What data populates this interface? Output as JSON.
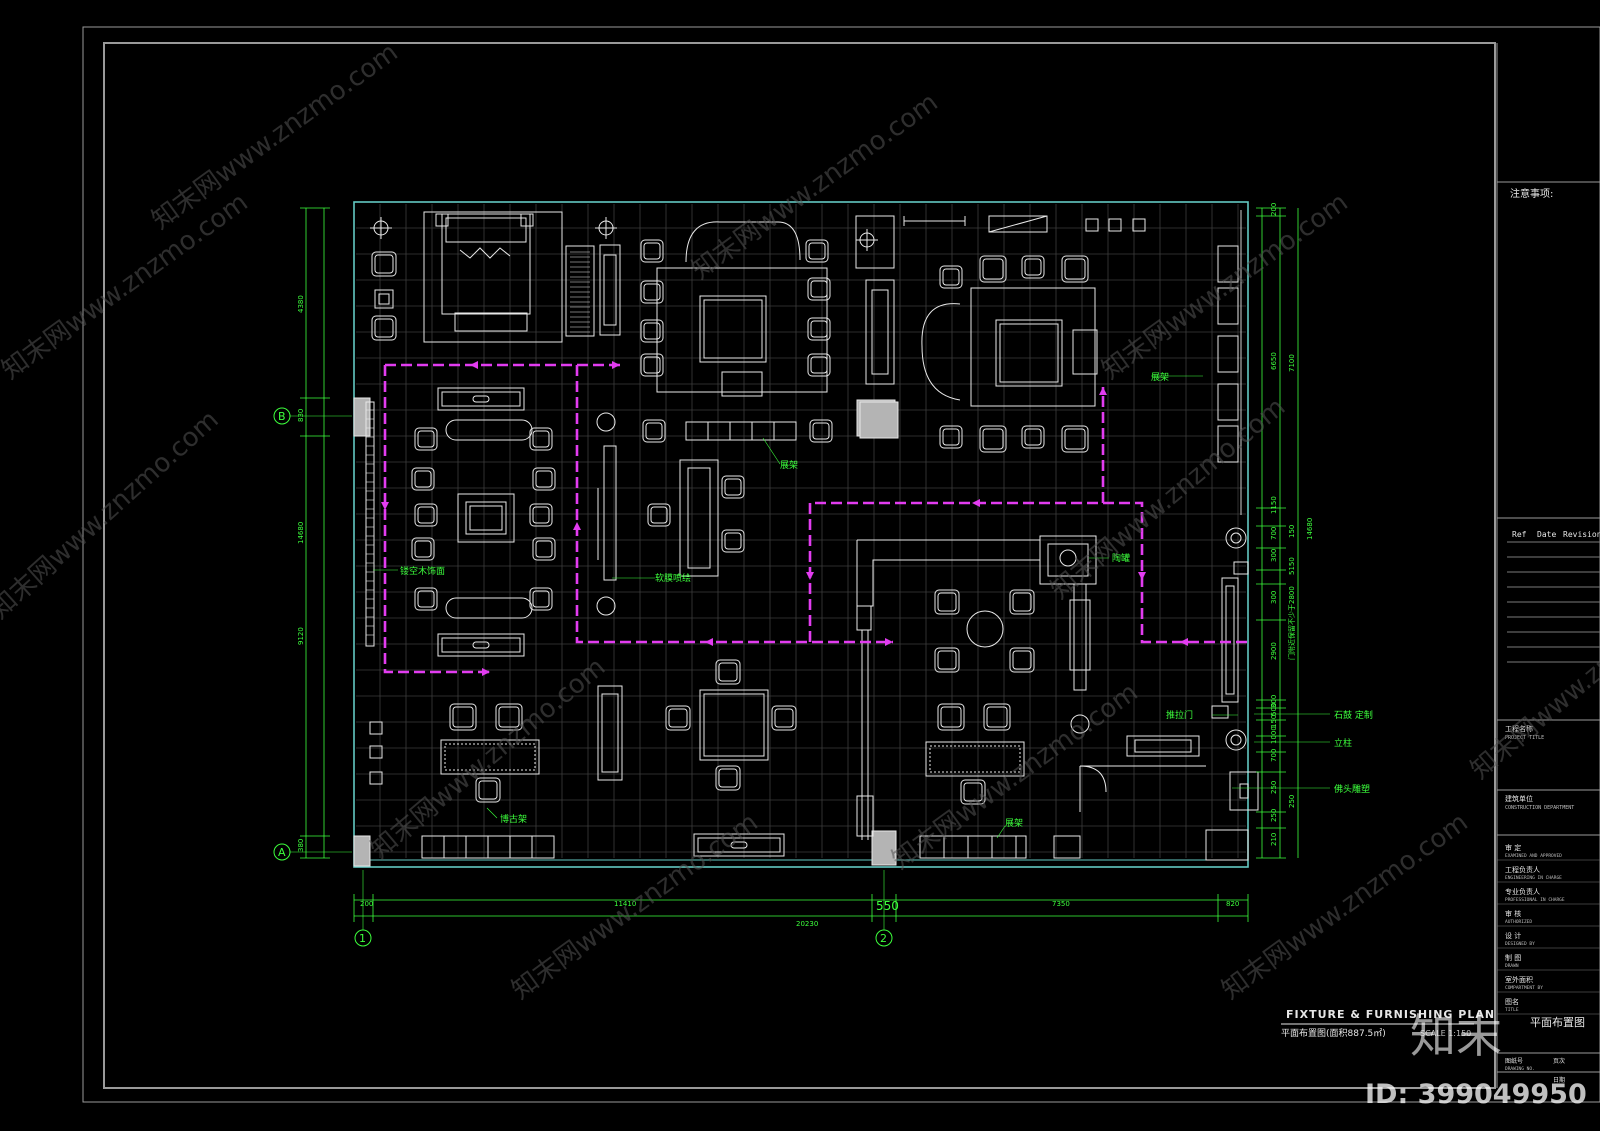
{
  "title_block": {
    "notes_label": "注意事项:",
    "revision_headers": [
      "Ref",
      "Date",
      "Revision"
    ],
    "project_name": "工程名称",
    "project_name_en": "PROJECT TITLE",
    "dept_label": "建筑单位",
    "dept_label_en": "CONSTRUCTION DEPARTMENT",
    "roles": [
      {
        "cn": "审 定",
        "en": "EXAMINED AND APPROVED"
      },
      {
        "cn": "工程负责人",
        "en": "ENGINEERING IN CHARGE"
      },
      {
        "cn": "专业负责人",
        "en": "PROFESSIONAL IN CHARGE"
      },
      {
        "cn": "审 核",
        "en": "AUTHORIZED"
      },
      {
        "cn": "设 计",
        "en": "DESIGNED BY"
      },
      {
        "cn": "制 图",
        "en": "DRAWN"
      },
      {
        "cn": "室外面积",
        "en": "COMPARTMENT BY"
      },
      {
        "cn": "图名",
        "en": "TITLE"
      }
    ],
    "drawing_number": "图纸号",
    "drawing_number_en": "DRAWING NO.",
    "sheet": "页次",
    "date": "日期"
  },
  "plan_title": {
    "en": "FIXTURE & FURNISHING PLAN",
    "cn": "平面布置图(面积887.5㎡)",
    "scale": "SCALE 1:150",
    "short": "平面布置图"
  },
  "grid": {
    "axis_a": "A",
    "axis_b": "B",
    "axis_1": "1",
    "axis_2": "2"
  },
  "dims": {
    "left": [
      "4380",
      "830",
      "14680",
      "9120",
      "380"
    ],
    "right": [
      "200",
      "6650",
      "7100",
      "1150",
      "700",
      "150",
      "300",
      "5150",
      "300",
      "2900",
      "门附近保留不少于2800",
      "300",
      "500",
      "150",
      "1000",
      "700",
      "250",
      "250",
      "250",
      "210",
      "14680"
    ],
    "bottom": [
      "200",
      "11410",
      "550",
      "7350",
      "820",
      "20230"
    ]
  },
  "labels": {
    "display_rack_1": "展架",
    "display_rack_2": "展架",
    "display_rack_3": "展架",
    "hollow_wood": "镂空木饰面",
    "soft_pack": "软膜喷绘",
    "antique_shelf": "博古架",
    "pottery_jar": "陶罐",
    "stone_custom": "石鼓 定制",
    "pillar": "立柱",
    "sliding_door": "推拉门",
    "buddha": "佛头雕塑"
  },
  "watermark": {
    "site": "www.znzmo.com",
    "brand": "知末网",
    "logo": "知末",
    "id": "ID: 399049950"
  },
  "colors": {
    "frame": "#9a9a9a",
    "wall": "#63c9c2",
    "furniture": "#e8e8e8",
    "grid": "#4a4a4a",
    "route": "#e23cf0",
    "dims": "#3cff3c"
  }
}
